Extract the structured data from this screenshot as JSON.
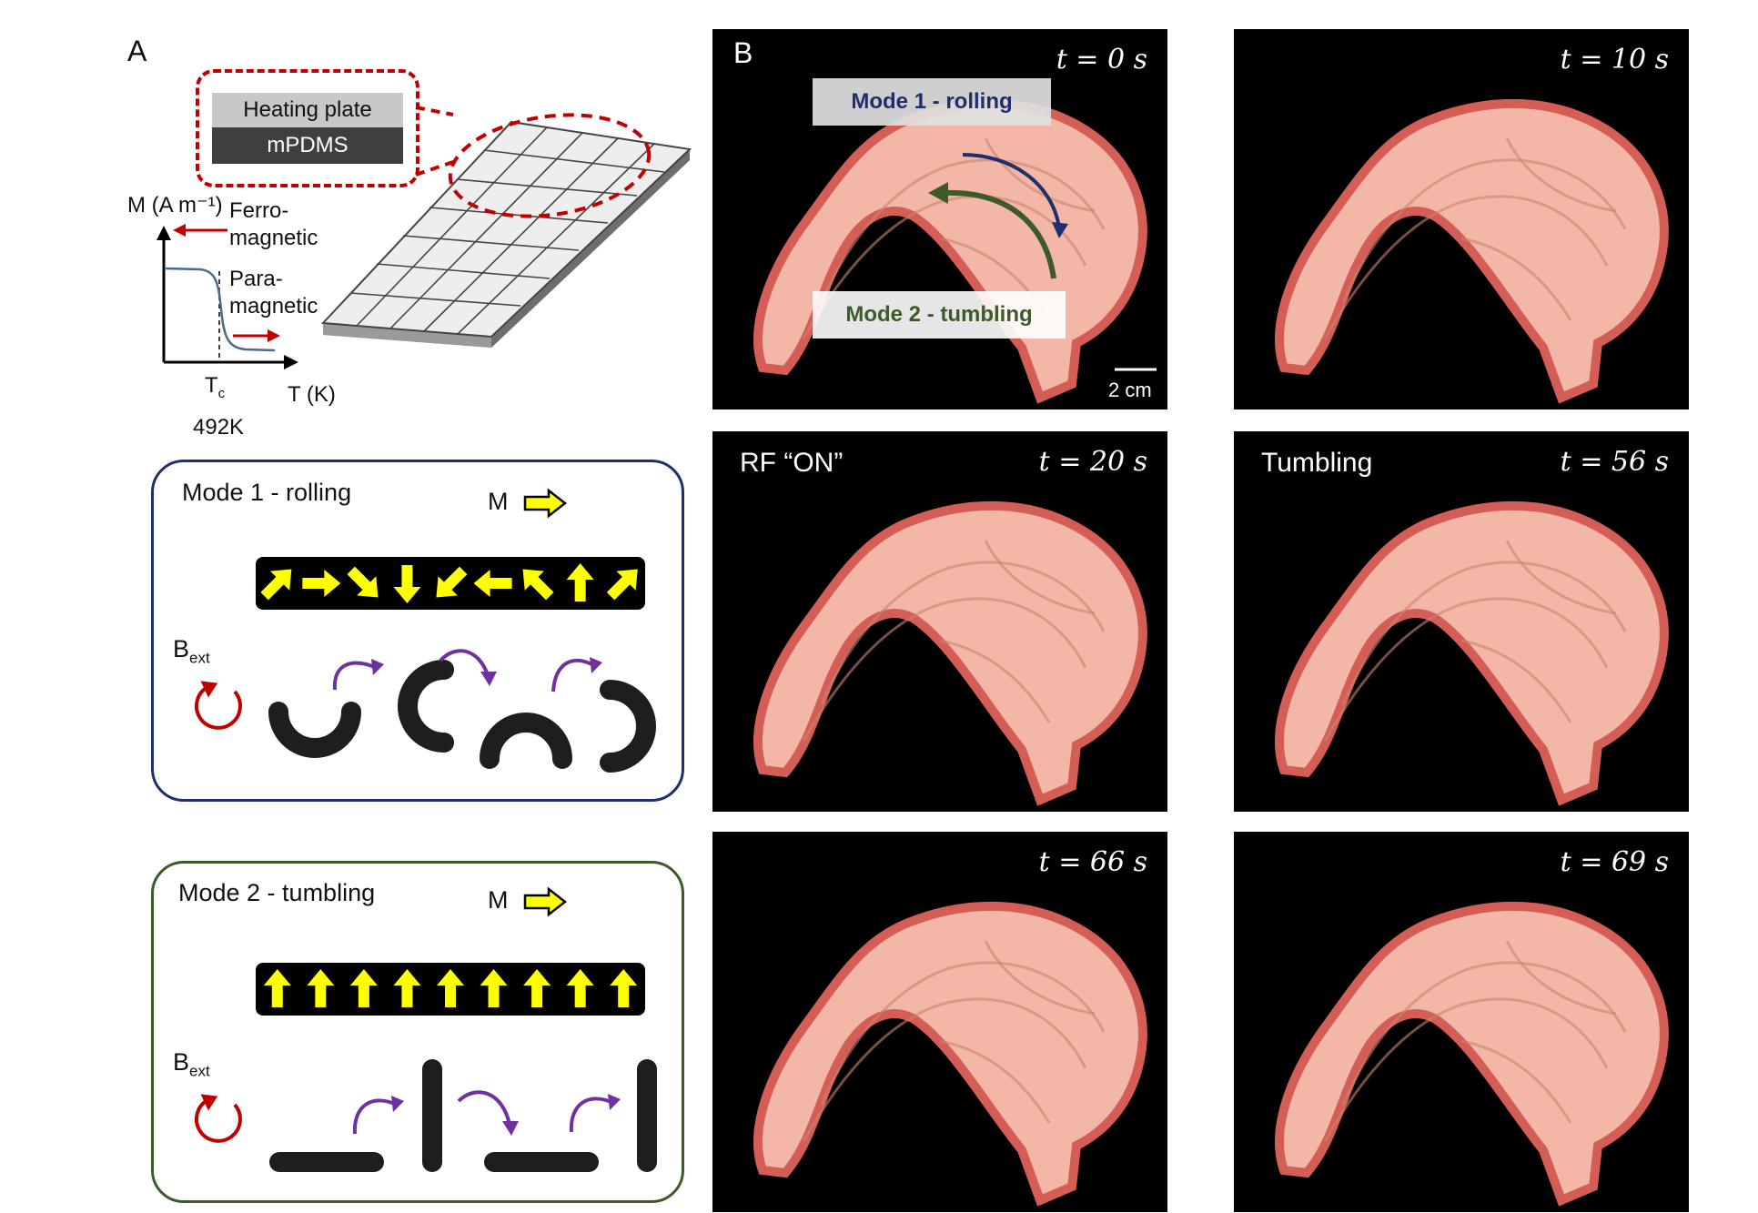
{
  "panelA": {
    "letter": "A",
    "stack": {
      "top_label": "Heating plate",
      "bottom_label": "mPDMS"
    },
    "graph": {
      "y_label": "M (A m⁻¹)",
      "x_label": "T (K)",
      "tc_label": "T",
      "tc_sub": "c",
      "tc_value": "492K",
      "ferro_1": "Ferro-",
      "ferro_2": "magnetic",
      "para_1": "Para-",
      "para_2": "magnetic"
    },
    "mode1": {
      "title": "Mode 1 - rolling",
      "m_label": "M",
      "bext": "B",
      "bext_sub": "ext",
      "arrow_directions": [
        "up-right",
        "right",
        "down-right",
        "down",
        "down-left",
        "left",
        "up-left",
        "up",
        "up-right"
      ],
      "border_color": "#1f2f6b"
    },
    "mode2": {
      "title": "Mode 2 - tumbling",
      "m_label": "M",
      "bext": "B",
      "bext_sub": "ext",
      "arrow_directions": [
        "up",
        "up",
        "up",
        "up",
        "up",
        "up",
        "up",
        "up",
        "up"
      ],
      "border_color": "#3d5a2a"
    },
    "colors": {
      "arrow_yellow": "#ffff00",
      "red": "#c00000",
      "purple": "#7030a0",
      "tc_curve": "#4a6a8f"
    }
  },
  "panelB": {
    "letter": "B",
    "frames": [
      {
        "time": "t = 0 s",
        "extra": ""
      },
      {
        "time": "t = 10 s",
        "extra": ""
      },
      {
        "time": "t = 20 s",
        "extra": "RF “ON”"
      },
      {
        "time": "t = 56 s",
        "extra": "Tumbling"
      },
      {
        "time": "t = 66 s",
        "extra": ""
      },
      {
        "time": "t = 69 s",
        "extra": ""
      }
    ],
    "mode1_label": "Mode 1 - rolling",
    "mode2_label": "Mode 2 - tumbling",
    "scale_bar": "2 cm",
    "colors": {
      "mode1_text": "#1f2f6b",
      "mode2_text": "#3d5a2a"
    }
  }
}
